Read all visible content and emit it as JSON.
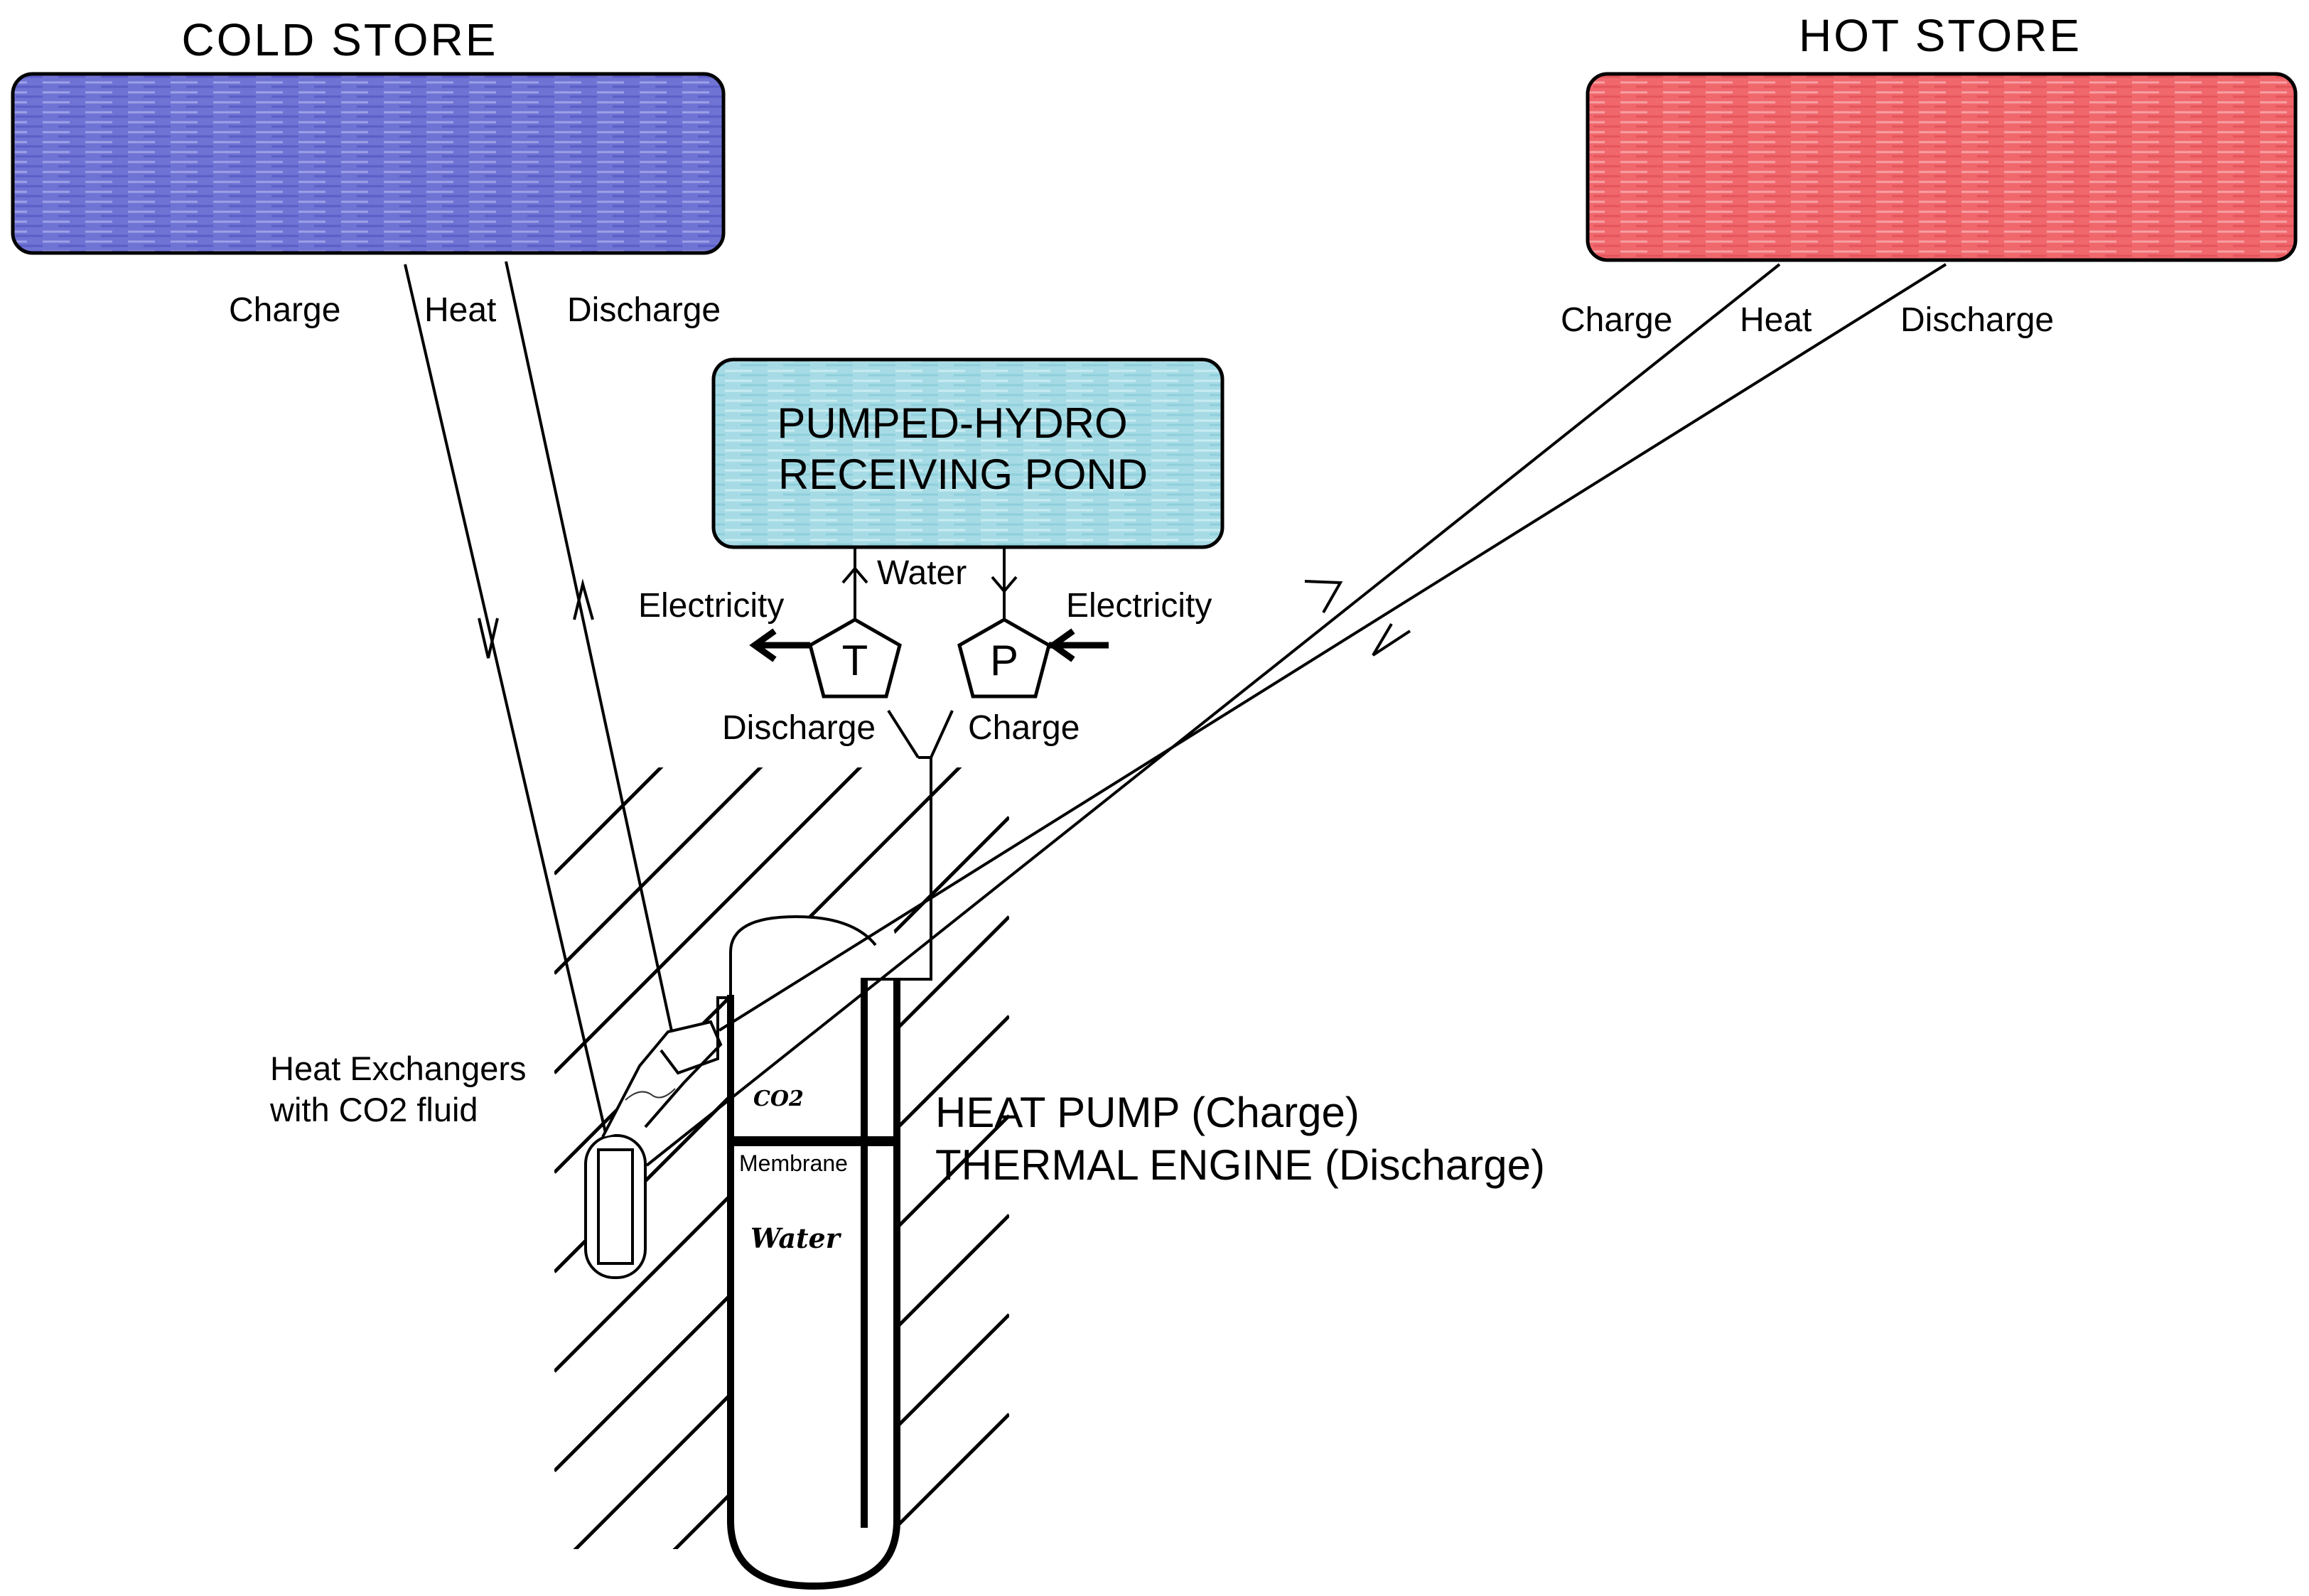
{
  "cold_store": {
    "title": "COLD STORE",
    "color": "#6b6fd0",
    "flows": {
      "charge": "Charge",
      "heat": "Heat",
      "discharge": "Discharge"
    }
  },
  "hot_store": {
    "title": "HOT STORE",
    "color": "#f06a6e",
    "flows": {
      "charge": "Charge",
      "heat": "Heat",
      "discharge": "Discharge"
    }
  },
  "pond": {
    "line1": "PUMPED-HYDRO",
    "line2": "RECEIVING POND",
    "color": "#a8dce6",
    "water_label": "Water"
  },
  "turbine": {
    "symbol": "T",
    "electricity_label": "Electricity",
    "mode_label": "Discharge"
  },
  "pump": {
    "symbol": "P",
    "electricity_label": "Electricity",
    "mode_label": "Charge"
  },
  "heat_exchangers": {
    "line1": "Heat Exchangers",
    "line2": "with CO2 fluid"
  },
  "shaft": {
    "co2_label": "CO2",
    "membrane_label": "Membrane",
    "water_label": "Water"
  },
  "machine": {
    "line1": "HEAT PUMP (Charge)",
    "line2": "THERMAL ENGINE (Discharge)"
  }
}
